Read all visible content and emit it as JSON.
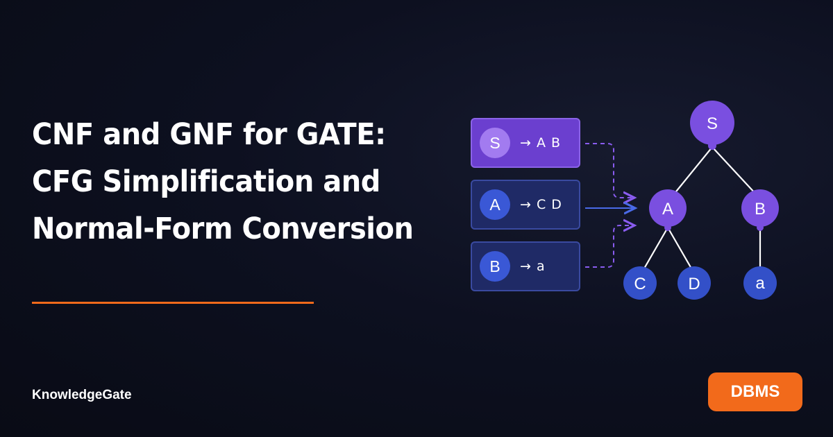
{
  "title": {
    "line1": "CNF and GNF for GATE:",
    "line2": "CFG Simplification and",
    "line3": "Normal-Form Conversion"
  },
  "brand": "KnowledgeGate",
  "badge": "DBMS",
  "colors": {
    "accent": "#f26a1b",
    "purple": "#7a4fe0",
    "blue": "#3350c8",
    "background": "#0b0d18"
  },
  "rules": [
    {
      "lhs": "S",
      "rhs": "→ A B",
      "style": "highlight"
    },
    {
      "lhs": "A",
      "rhs": "→ C D",
      "style": "normal"
    },
    {
      "lhs": "B",
      "rhs": "→ a",
      "style": "normal"
    }
  ],
  "tree": {
    "nodes": [
      {
        "id": "S",
        "label": "S",
        "color": "purple"
      },
      {
        "id": "A",
        "label": "A",
        "color": "purple"
      },
      {
        "id": "B",
        "label": "B",
        "color": "purple"
      },
      {
        "id": "C",
        "label": "C",
        "color": "blue"
      },
      {
        "id": "D",
        "label": "D",
        "color": "blue"
      },
      {
        "id": "a",
        "label": "a",
        "color": "blue"
      }
    ],
    "edges": [
      [
        "S",
        "A"
      ],
      [
        "S",
        "B"
      ],
      [
        "A",
        "C"
      ],
      [
        "A",
        "D"
      ],
      [
        "B",
        "a"
      ]
    ]
  }
}
